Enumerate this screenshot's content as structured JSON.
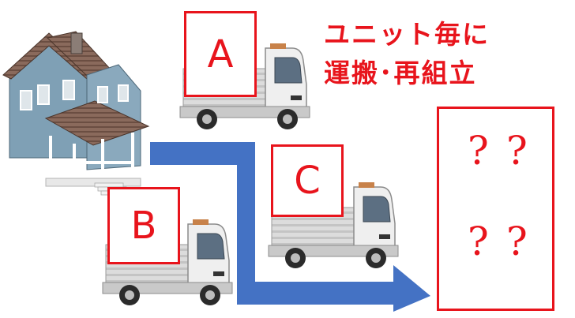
{
  "caption": {
    "line1": "ユニット毎に",
    "line2": "運搬･再組立"
  },
  "trucks": [
    {
      "label": "A"
    },
    {
      "label": "B"
    },
    {
      "label": "C"
    }
  ],
  "destination": {
    "marks": [
      "?",
      "?",
      "?",
      "?"
    ]
  },
  "colors": {
    "accent_red": "#e8141c",
    "arrow_blue": "#4472c4",
    "house_blue": "#7fa0b5",
    "truck_gray": "#d8d8d8"
  }
}
